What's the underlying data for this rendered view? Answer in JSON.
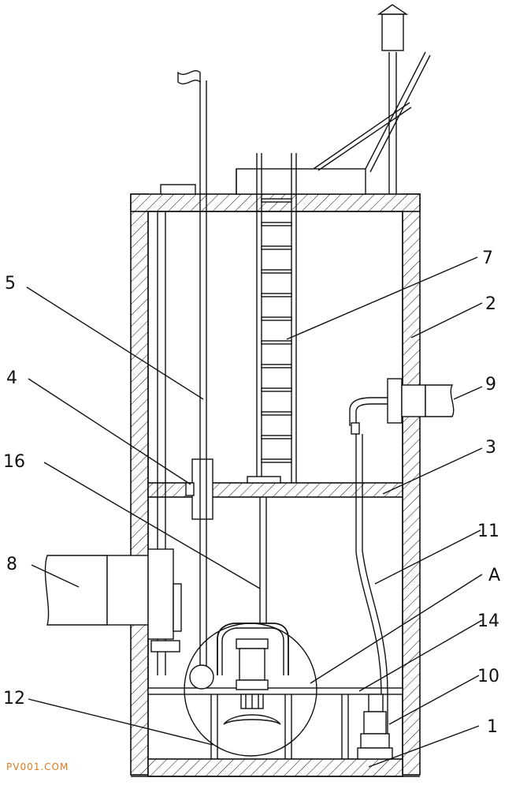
{
  "labels": {
    "l5": "5",
    "l7": "7",
    "l2": "2",
    "l4": "4",
    "l9": "9",
    "l16": "16",
    "l3": "3",
    "l8": "8",
    "l11": "11",
    "lA": "A",
    "l14": "14",
    "l10": "10",
    "l12": "12",
    "l1": "1"
  },
  "watermark": "PV001.COM"
}
